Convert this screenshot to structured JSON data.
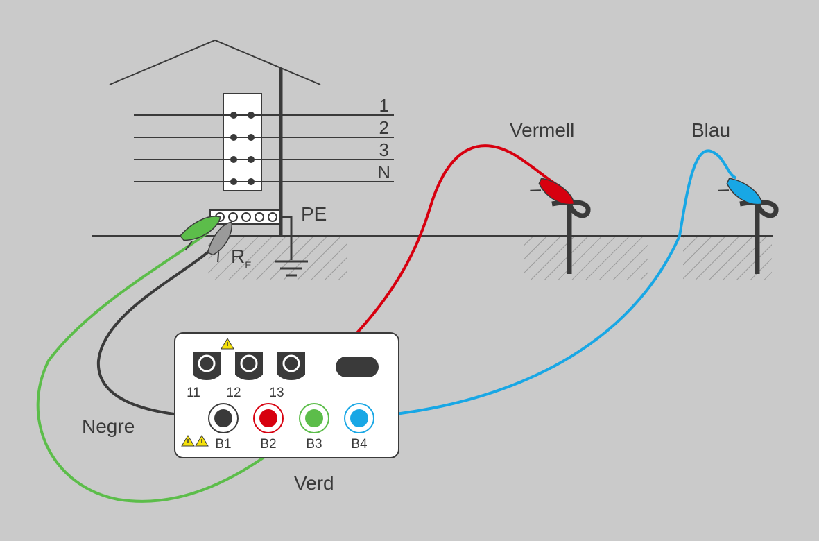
{
  "phase_labels": [
    "1",
    "2",
    "3",
    "N"
  ],
  "pe_label": "PE",
  "re_label": {
    "main": "R",
    "sub": "E"
  },
  "probe_labels": {
    "red": "Vermell",
    "blue": "Blau"
  },
  "lead_labels": {
    "black": "Negre",
    "green": "Verd"
  },
  "instrument": {
    "top_terminals": [
      "11",
      "12",
      "13"
    ],
    "bottom_terminals": [
      "B1",
      "B2",
      "B3",
      "B4"
    ]
  },
  "colors": {
    "background": "#cacaca",
    "wire_dark": "#3a3a3a",
    "green": "#5cbd4a",
    "red": "#d7000f",
    "blue": "#18a7e5",
    "gray_clip": "#9a9a9a"
  }
}
